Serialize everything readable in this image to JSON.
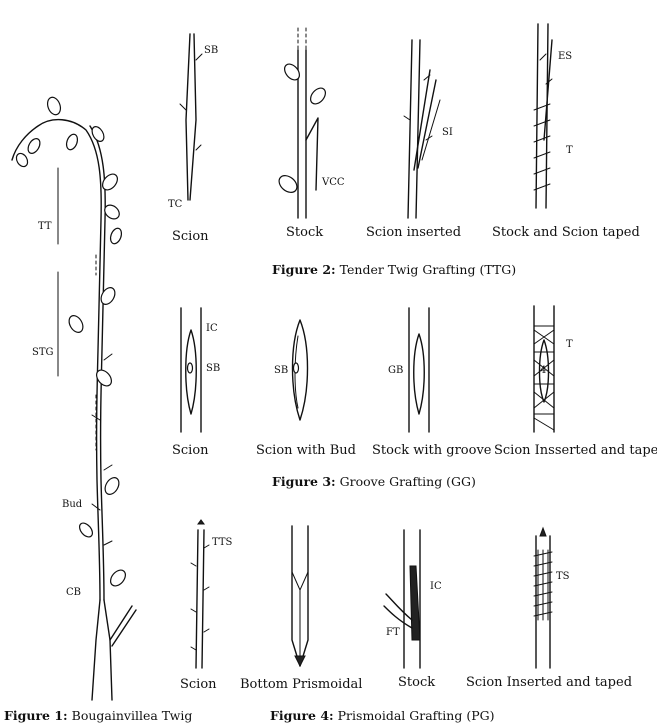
{
  "figure1": {
    "caption_prefix": "Figure 1:",
    "caption_text": "Bougainvillea Twig",
    "labels": {
      "tt": "TT",
      "stg": "STG",
      "bud": "Bud",
      "cb": "CB"
    }
  },
  "figure2": {
    "caption_prefix": "Figure 2:",
    "caption_text": "Tender Twig Grafting (TTG)",
    "panels": [
      "Scion",
      "Stock",
      "Scion inserted",
      "Stock and Scion taped"
    ],
    "labels": {
      "sb": "SB",
      "tc": "TC",
      "vcc": "VCC",
      "si": "SI",
      "es": "ES",
      "t": "T"
    }
  },
  "figure3": {
    "caption_prefix": "Figure 3:",
    "caption_text": "Groove Grafting (GG)",
    "panels": [
      "Scion",
      "Scion with Bud",
      "Stock with groove",
      "Scion Insserted and taped"
    ],
    "labels": {
      "ic": "IC",
      "sb": "SB",
      "sb2": "SB",
      "gb": "GB",
      "t": "T",
      "four": "4"
    }
  },
  "figure4": {
    "caption_prefix": "Figure 4:",
    "caption_text": "Prismoidal Grafting (PG)",
    "panels": [
      "Scion",
      "Bottom Prismoidal",
      "Stock",
      "Scion Inserted and taped"
    ],
    "labels": {
      "tts": "TTS",
      "ic": "IC",
      "ft": "FT",
      "ts": "TS"
    }
  }
}
